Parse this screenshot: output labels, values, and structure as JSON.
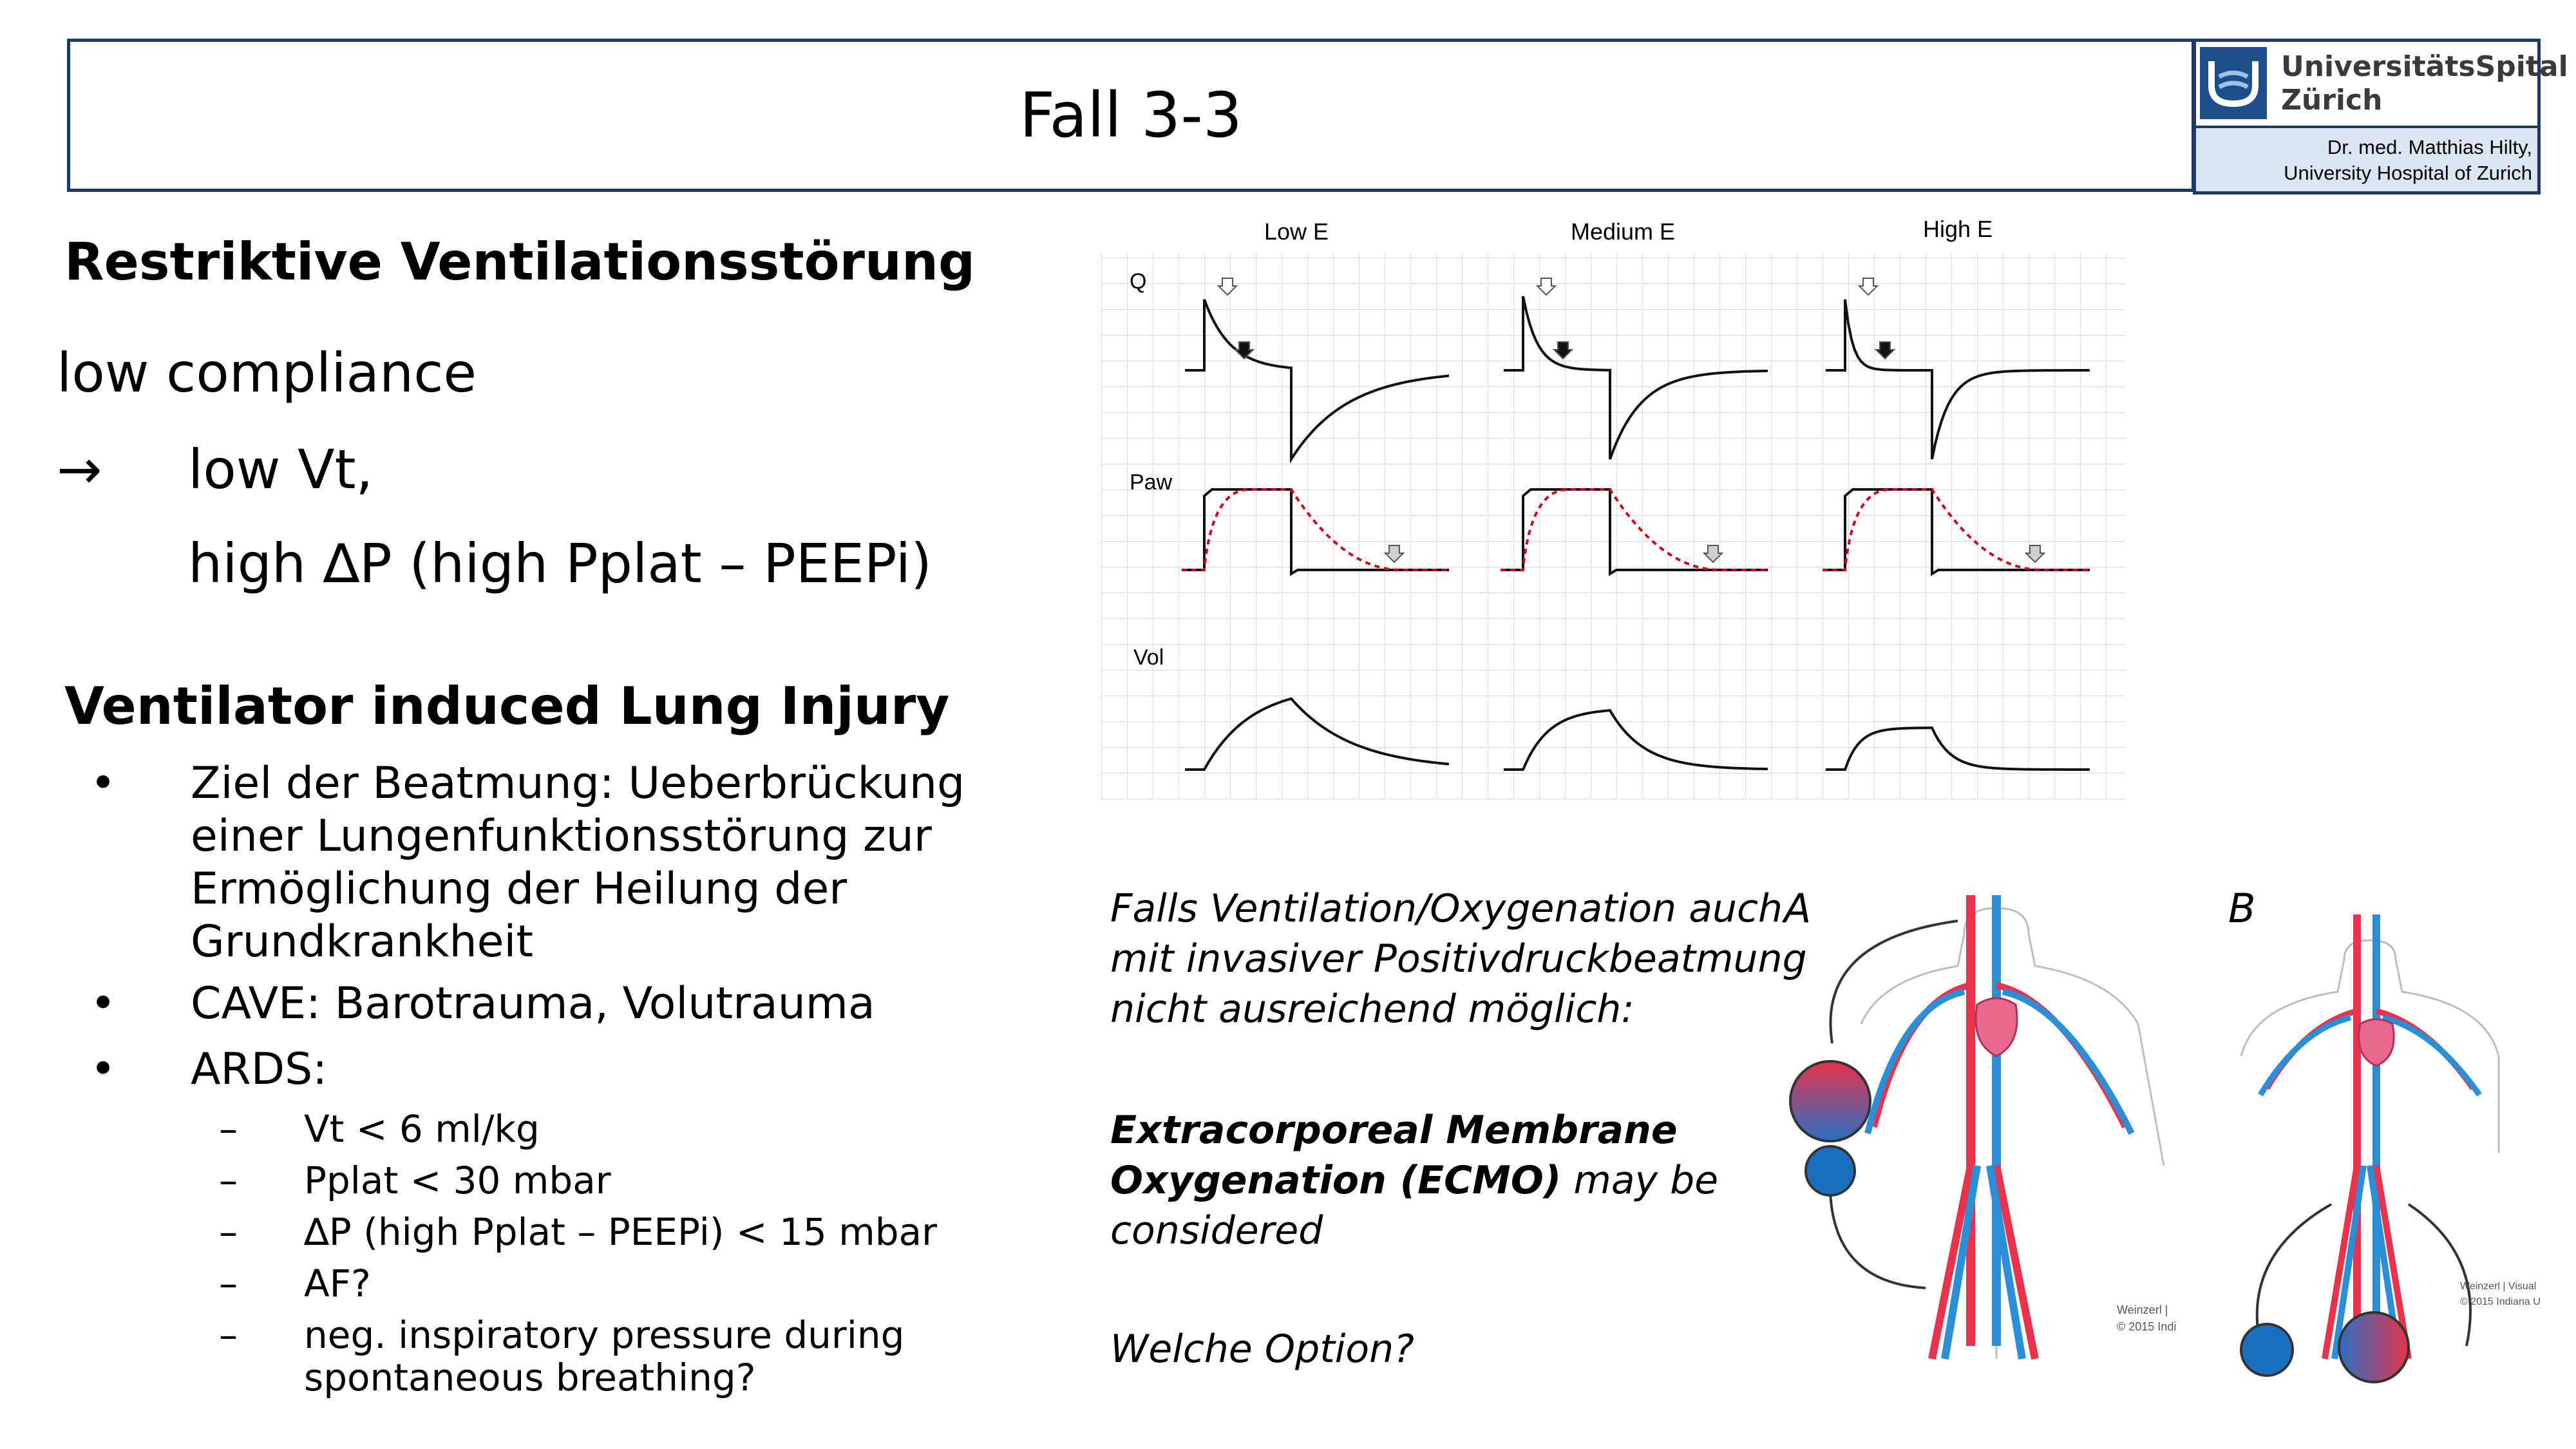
{
  "header": {
    "title": "Fall 3-3",
    "logo_line1": "UniversitätsSpital",
    "logo_line2": "Zürich",
    "caption_line1": "Dr. med. Matthias Hilty,",
    "caption_line2": "University Hospital of Zurich"
  },
  "left": {
    "heading1": "Restriktive Ventilationsstörung",
    "line_compliance": "low compliance",
    "arrow": "→",
    "line_vt": "low Vt,",
    "line_dp": "high ∆P (high Pplat – PEEPi)",
    "heading2": "Ventilator induced Lung Injury",
    "bullets": [
      {
        "marker": "•",
        "lines": [
          "Ziel der Beatmung: Ueberbrückung",
          "einer Lungenfunktionsstörung zur",
          "Ermöglichung der Heilung der",
          "Grundkrankheit"
        ]
      },
      {
        "marker": "•",
        "lines": [
          "CAVE: Barotrauma, Volutrauma"
        ]
      },
      {
        "marker": "•",
        "lines": [
          "ARDS:"
        ]
      }
    ],
    "sub_bullets": [
      {
        "marker": "–",
        "lines": [
          "Vt < 6 ml/kg"
        ]
      },
      {
        "marker": "–",
        "lines": [
          "Pplat < 30 mbar"
        ]
      },
      {
        "marker": "–",
        "lines": [
          "∆P (high Pplat – PEEPi) < 15 mbar"
        ]
      },
      {
        "marker": "–",
        "lines": [
          "AF?"
        ]
      },
      {
        "marker": "–",
        "lines": [
          "neg. inspiratory pressure during",
          "spontaneous breathing?"
        ]
      }
    ]
  },
  "figure": {
    "columns": [
      "Low E",
      "Medium E",
      "High E"
    ],
    "rows": [
      "Q",
      "Paw",
      "Vol"
    ],
    "colors": {
      "trace": "#111111",
      "paw_dashed": "#d0021b",
      "grid": "#d9d9d9"
    }
  },
  "right_text": {
    "line1": "Falls Ventilation/Oxygenation  auch",
    "line2": "mit invasiver Positivdruckbeatmung",
    "line3": "nicht ausreichend möglich:",
    "ecmo_bold1": "Extracorporeal Membrane",
    "ecmo_bold2": "Oxygenation (ECMO)",
    "ecmo_rest2": " may be",
    "ecmo_line3": "considered",
    "question": "Welche Option?"
  },
  "ecmo": {
    "label_a": "A",
    "label_b": "B",
    "credit_a1": "Weinzerl |",
    "credit_a2": "© 2015 Indi",
    "credit_b1": "Weinzerl | Visual",
    "credit_b2": "© 2015 Indiana U",
    "colors": {
      "artery": "#e8334a",
      "vein": "#2a8fd6",
      "heart": "#e86a8a",
      "circuit_blue": "#1a6fbf"
    }
  }
}
